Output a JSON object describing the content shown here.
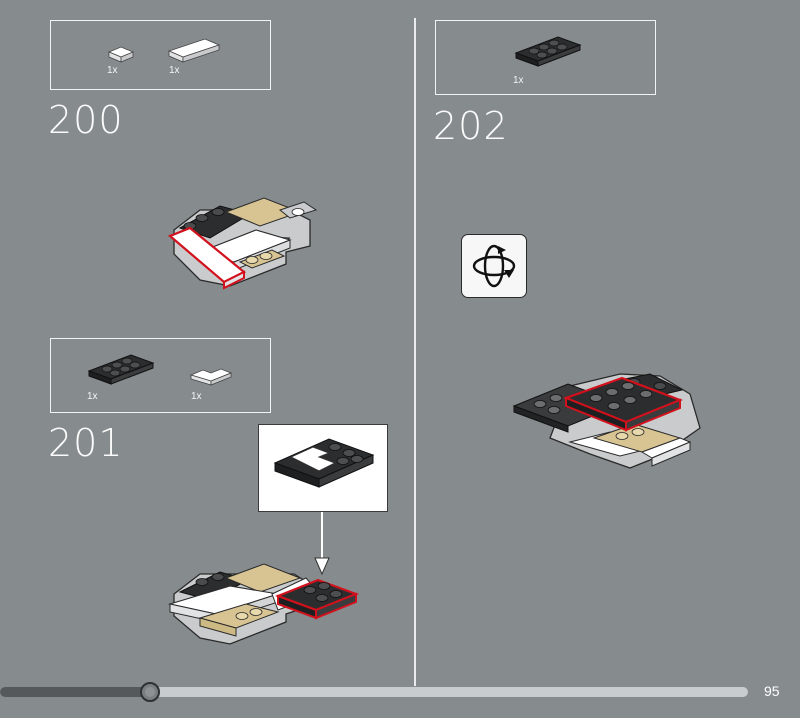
{
  "steps": [
    {
      "number": "200",
      "parts": [
        {
          "qty": "1x",
          "name": "white-tile-1x1-icon"
        },
        {
          "qty": "1x",
          "name": "white-tile-2x4-icon"
        }
      ]
    },
    {
      "number": "201",
      "parts": [
        {
          "qty": "1x",
          "name": "black-plate-2x4-icon"
        },
        {
          "qty": "1x",
          "name": "white-corner-plate-icon"
        }
      ]
    },
    {
      "number": "202",
      "parts": [
        {
          "qty": "1x",
          "name": "black-plate-2x4-icon"
        }
      ]
    }
  ],
  "rotate_icon": "rotate-model-icon",
  "progress": {
    "fraction": 0.2
  },
  "page_number": "95",
  "colors": {
    "background": "#868b8e",
    "highlight": "#d2111c",
    "black_brick": "#2c2d2f",
    "tan_brick": "#d8c493",
    "white_brick": "#ffffff",
    "light_gray_brick": "#c9cbcd"
  }
}
